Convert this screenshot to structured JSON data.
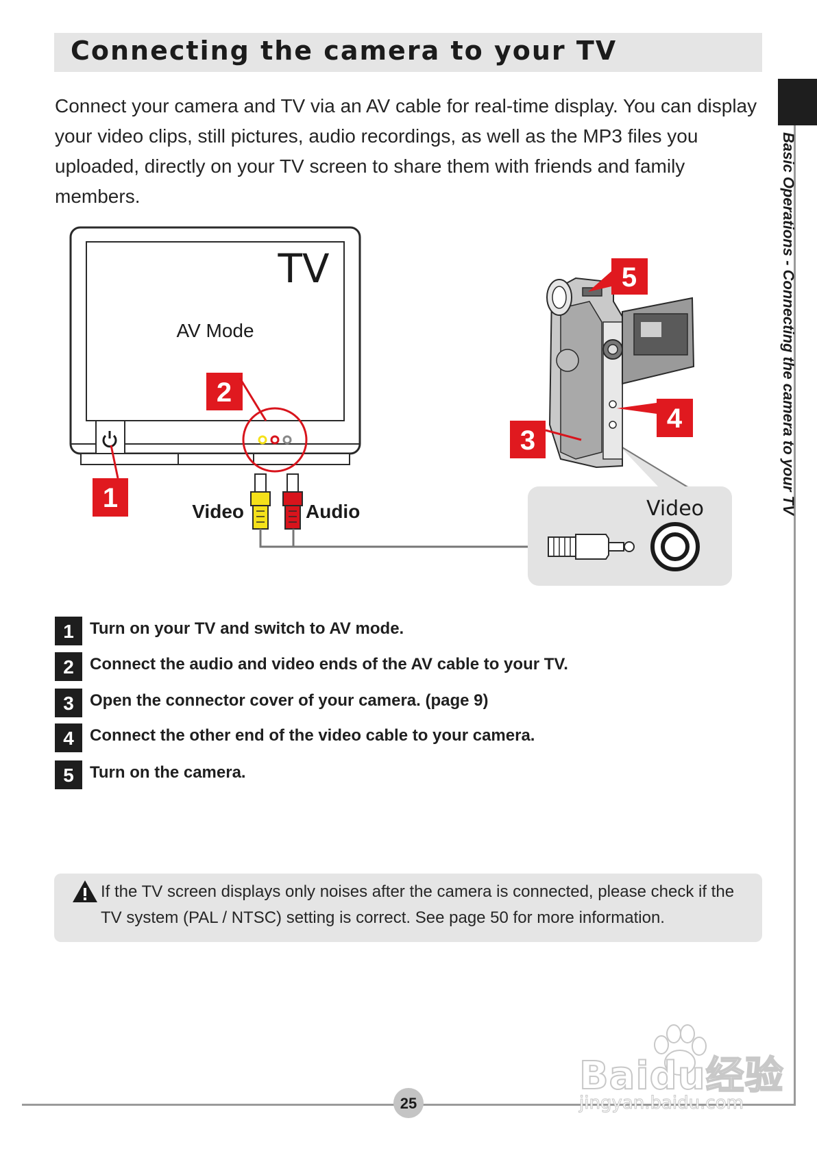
{
  "header": {
    "title": "Connecting the camera to your TV",
    "side_label": "Basic Operations - Connecting the camera to your TV"
  },
  "intro": "Connect your camera and TV via an AV cable for real-time display. You can display your video clips, still pictures, audio recordings, as well as the MP3 files you uploaded, directly on your TV screen to share them with friends and family members.",
  "diagram": {
    "tv_label": "TV",
    "tv_mode_label": "AV Mode",
    "video_label": "Video",
    "audio_label": "Audio",
    "camera_port_label": "Video",
    "callouts": [
      "1",
      "2",
      "3",
      "4",
      "5"
    ],
    "colors": {
      "callout_red": "#e0191f",
      "video_yellow": "#f5e11a",
      "audio_red": "#d8141c"
    }
  },
  "steps": [
    {
      "num": "1",
      "text": "Turn on your TV and switch to AV mode."
    },
    {
      "num": "2",
      "text": "Connect the audio and video ends of the AV cable to your TV."
    },
    {
      "num": "3",
      "text": "Open the connector cover of your camera. (page 9)"
    },
    {
      "num": "4",
      "text": "Connect the other end of the video cable to your camera."
    },
    {
      "num": "5",
      "text": "Turn on the camera."
    }
  ],
  "note": "If the TV screen displays only noises after the camera is connected, please check if the TV system (PAL / NTSC) setting is correct. See page 50 for more information.",
  "page_number": "25",
  "watermark": {
    "brand": "Baidu经验",
    "url": "jingyan.baidu.com"
  }
}
